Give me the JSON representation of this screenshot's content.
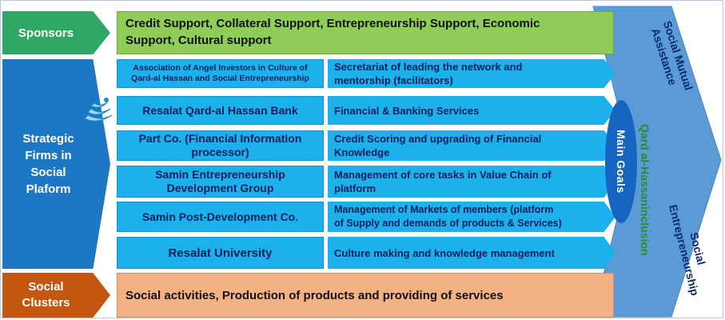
{
  "left_labels": {
    "sponsors": "Sponsors",
    "strategic": [
      "Strategic",
      "Firms in",
      "Social",
      "Plaform"
    ],
    "clusters": [
      "Social",
      "Clusters"
    ]
  },
  "sponsors_box": {
    "line1": "Credit Support, Collateral Support, Entrepreneurship Support, Economic",
    "line2": "Support, Cultural support"
  },
  "clusters_box": "Social activities, Production of products and providing of services",
  "rows": [
    {
      "firm": [
        "Association of Angel Investors in Culture of",
        "Qard-al Hassan and Social Entrepreneurship"
      ],
      "function": [
        "Secretariat of leading the network and",
        "mentorship (facilitators)"
      ]
    },
    {
      "firm": [
        "Resalat Qard-al Hassan Bank"
      ],
      "function": [
        "Financial & Banking Services"
      ]
    },
    {
      "firm": [
        "Part Co. (Financial Information",
        "processor)"
      ],
      "function": [
        "Credit Scoring and upgrading of Financial",
        "Knowledge"
      ]
    },
    {
      "firm": [
        "Samin Entrepreneurship",
        "Development Group"
      ],
      "function": [
        "Management of core tasks in Value Chain of",
        "platform"
      ]
    },
    {
      "firm": [
        "Samin Post-Development Co."
      ],
      "function": [
        "Management of Markets of members (platform",
        "of Supply and demands of products & Services)"
      ]
    },
    {
      "firm": [
        "Resalat University"
      ],
      "function": [
        "Culture making and knowledge management"
      ]
    }
  ],
  "main_goals": "Main Goals",
  "goals": {
    "mutual": [
      "Social Mutual",
      "Assistance"
    ],
    "qard": [
      "Qard al-",
      "Hassan",
      "inclusion"
    ],
    "entrepreneurship": [
      "Social",
      "Entrepreneurship"
    ]
  },
  "colors": {
    "sponsors": "#2fa866",
    "strategic": "#1e77c5",
    "clusters": "#c35611",
    "cyan_box": "#1cb1ec",
    "green_box": "#8fcd58",
    "peach_box": "#f4b183",
    "goal_chevron": "#5b9bd5",
    "qard_text": "#2e8b2e"
  },
  "icons": [
    "logo-icon"
  ]
}
